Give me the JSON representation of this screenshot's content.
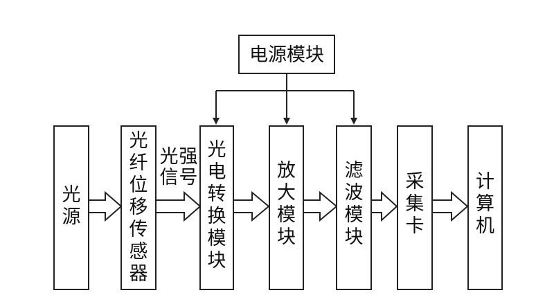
{
  "power_module": {
    "label": "电源模块"
  },
  "blocks": [
    {
      "id": "light-source",
      "label": "光\n源"
    },
    {
      "id": "fiber-sensor",
      "label": "光\n纤\n位\n移\n传\n感\n器"
    },
    {
      "id": "photoelectric",
      "label": "光\n电\n转\n换\n模\n块"
    },
    {
      "id": "amplifier",
      "label": "放\n大\n模\n块"
    },
    {
      "id": "filter",
      "label": "滤\n波\n模\n块"
    },
    {
      "id": "acquisition",
      "label": "采\n集\n卡"
    },
    {
      "id": "computer",
      "label": "计\n算\n机"
    }
  ],
  "signal_label": {
    "col1": "光\n信",
    "col2": "强\n号"
  },
  "colors": {
    "stroke": "#222222",
    "text": "#111111",
    "background": "#ffffff"
  }
}
